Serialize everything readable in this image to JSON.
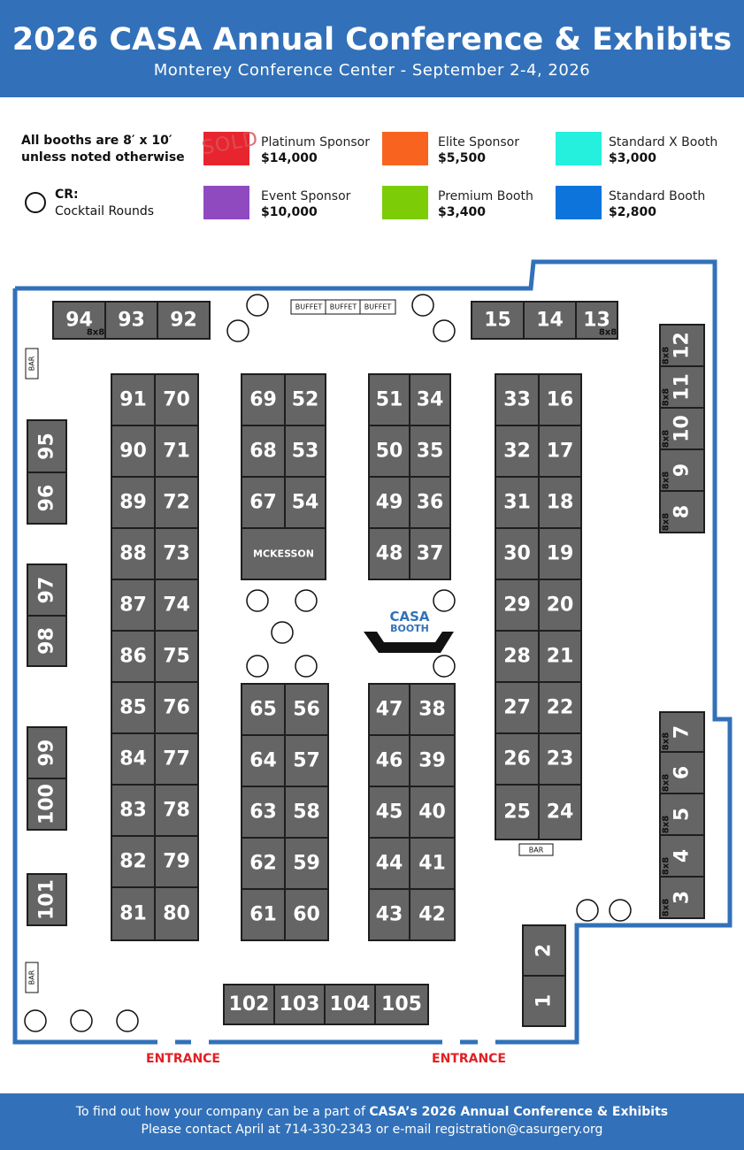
{
  "header": {
    "title": "2026 CASA Annual Conference & Exhibits",
    "subtitle": "Monterey Conference Center - September 2-4, 2026"
  },
  "legend": {
    "note": "All booths are 8′ x 10′ unless noted otherwise",
    "cr_title": "CR:",
    "cr_text": "Cocktail Rounds",
    "sold_stamp": "SOLD",
    "items": [
      {
        "name": "Platinum Sponsor",
        "price": "$14,000",
        "color": "#e8252f"
      },
      {
        "name": "Elite Sponsor",
        "price": "$5,500",
        "color": "#f8631f"
      },
      {
        "name": "Standard X Booth",
        "price": "$3,000",
        "color": "#24f0dd"
      },
      {
        "name": "Event Sponsor",
        "price": "$10,000",
        "color": "#8f4ac0"
      },
      {
        "name": "Premium Booth",
        "price": "$3,400",
        "color": "#7ccd07"
      },
      {
        "name": "Standard Booth",
        "price": "$2,800",
        "color": "#0d74dc"
      }
    ]
  },
  "colors": {
    "standard": "#0d74dc",
    "standard_x": "#1ee6d6",
    "premium": "#76c20e",
    "event": "#8f4ac0",
    "elite": "#f8631f",
    "default": "#656565",
    "wall": "#3271b9"
  },
  "floor": {
    "booths": [
      {
        "num": "94",
        "type": "premium",
        "size": "8x8"
      },
      {
        "num": "93",
        "type": "premium"
      },
      {
        "num": "92",
        "type": "default"
      },
      {
        "num": "15",
        "type": "default"
      },
      {
        "num": "14",
        "type": "premium"
      },
      {
        "num": "13",
        "type": "standard_x",
        "size": "8x8"
      },
      {
        "num": "12",
        "type": "standard",
        "size": "8x8"
      },
      {
        "num": "11",
        "type": "standard",
        "size": "8x8"
      },
      {
        "num": "10",
        "type": "standard",
        "size": "8x8"
      },
      {
        "num": "9",
        "type": "standard",
        "size": "8x8"
      },
      {
        "num": "8",
        "type": "standard",
        "size": "8x8"
      },
      {
        "num": "91",
        "type": "default"
      },
      {
        "num": "70",
        "type": "default"
      },
      {
        "num": "90",
        "type": "default"
      },
      {
        "num": "71",
        "type": "standard_x"
      },
      {
        "num": "89",
        "type": "standard"
      },
      {
        "num": "72",
        "type": "default"
      },
      {
        "num": "88",
        "type": "standard"
      },
      {
        "num": "73",
        "type": "default"
      },
      {
        "num": "87",
        "type": "standard"
      },
      {
        "num": "74",
        "type": "default"
      },
      {
        "num": "86",
        "type": "standard"
      },
      {
        "num": "75",
        "type": "event"
      },
      {
        "num": "85",
        "type": "standard"
      },
      {
        "num": "76",
        "type": "event"
      },
      {
        "num": "84",
        "type": "standard"
      },
      {
        "num": "77",
        "type": "default"
      },
      {
        "num": "83",
        "type": "default"
      },
      {
        "num": "78",
        "type": "elite"
      },
      {
        "num": "82",
        "type": "default"
      },
      {
        "num": "79",
        "type": "elite"
      },
      {
        "num": "81",
        "type": "elite"
      },
      {
        "num": "80",
        "type": "default"
      },
      {
        "num": "69",
        "type": "default"
      },
      {
        "num": "52",
        "type": "default"
      },
      {
        "num": "68",
        "type": "standard_x"
      },
      {
        "num": "53",
        "type": "standard_x"
      },
      {
        "num": "67",
        "type": "standard_x"
      },
      {
        "num": "54",
        "type": "default"
      },
      {
        "num": "MCKESSON",
        "type": "default"
      },
      {
        "num": "51",
        "type": "default"
      },
      {
        "num": "34",
        "type": "default"
      },
      {
        "num": "50",
        "type": "default"
      },
      {
        "num": "35",
        "type": "default"
      },
      {
        "num": "49",
        "type": "default"
      },
      {
        "num": "36",
        "type": "standard_x"
      },
      {
        "num": "48",
        "type": "default"
      },
      {
        "num": "37",
        "type": "default"
      },
      {
        "num": "33",
        "type": "default"
      },
      {
        "num": "16",
        "type": "default"
      },
      {
        "num": "32",
        "type": "default"
      },
      {
        "num": "17",
        "type": "standard"
      },
      {
        "num": "31",
        "type": "default"
      },
      {
        "num": "18",
        "type": "standard"
      },
      {
        "num": "30",
        "type": "default"
      },
      {
        "num": "19",
        "type": "standard"
      },
      {
        "num": "29",
        "type": "default"
      },
      {
        "num": "20",
        "type": "standard"
      },
      {
        "num": "28",
        "type": "default"
      },
      {
        "num": "21",
        "type": "default"
      },
      {
        "num": "27",
        "type": "default"
      },
      {
        "num": "22",
        "type": "default"
      },
      {
        "num": "26",
        "type": "default"
      },
      {
        "num": "23",
        "type": "default"
      },
      {
        "num": "25",
        "type": "default"
      },
      {
        "num": "24",
        "type": "default"
      },
      {
        "num": "65",
        "type": "default"
      },
      {
        "num": "56",
        "type": "default"
      },
      {
        "num": "64",
        "type": "default"
      },
      {
        "num": "57",
        "type": "default"
      },
      {
        "num": "63",
        "type": "elite"
      },
      {
        "num": "58",
        "type": "default"
      },
      {
        "num": "62",
        "type": "default"
      },
      {
        "num": "59",
        "type": "default"
      },
      {
        "num": "61",
        "type": "default"
      },
      {
        "num": "60",
        "type": "default"
      },
      {
        "num": "47",
        "type": "default"
      },
      {
        "num": "38",
        "type": "default"
      },
      {
        "num": "46",
        "type": "standard_x"
      },
      {
        "num": "39",
        "type": "default"
      },
      {
        "num": "45",
        "type": "default"
      },
      {
        "num": "40",
        "type": "default"
      },
      {
        "num": "44",
        "type": "default"
      },
      {
        "num": "41",
        "type": "default"
      },
      {
        "num": "43",
        "type": "default"
      },
      {
        "num": "42",
        "type": "default"
      },
      {
        "num": "95",
        "type": "premium"
      },
      {
        "num": "96",
        "type": "default"
      },
      {
        "num": "97",
        "type": "standard"
      },
      {
        "num": "98",
        "type": "standard"
      },
      {
        "num": "99",
        "type": "default"
      },
      {
        "num": "100",
        "type": "default"
      },
      {
        "num": "101",
        "type": "default"
      },
      {
        "num": "7",
        "type": "standard_x",
        "size": "8x8"
      },
      {
        "num": "6",
        "type": "premium",
        "size": "8x8"
      },
      {
        "num": "5",
        "type": "premium",
        "size": "8x8"
      },
      {
        "num": "4",
        "type": "premium",
        "size": "8x8"
      },
      {
        "num": "3",
        "type": "premium",
        "size": "8x8"
      },
      {
        "num": "2",
        "type": "default"
      },
      {
        "num": "1",
        "type": "default"
      },
      {
        "num": "102",
        "type": "default"
      },
      {
        "num": "103",
        "type": "default"
      },
      {
        "num": "104",
        "type": "default"
      },
      {
        "num": "105",
        "type": "default"
      }
    ],
    "buffet_label": "BUFFET",
    "bar_label": "BAR",
    "casa_booth": [
      "CASA",
      "BOOTH"
    ],
    "entrance_label": "ENTRANCE"
  },
  "footer": {
    "line1_plain": "To find out how your company can be a part of ",
    "line1_bold": "CASA’s 2026 Annual Conference & Exhibits",
    "line2": "Please contact April at 714-330-2343 or e-mail registration@casurgery.org"
  }
}
